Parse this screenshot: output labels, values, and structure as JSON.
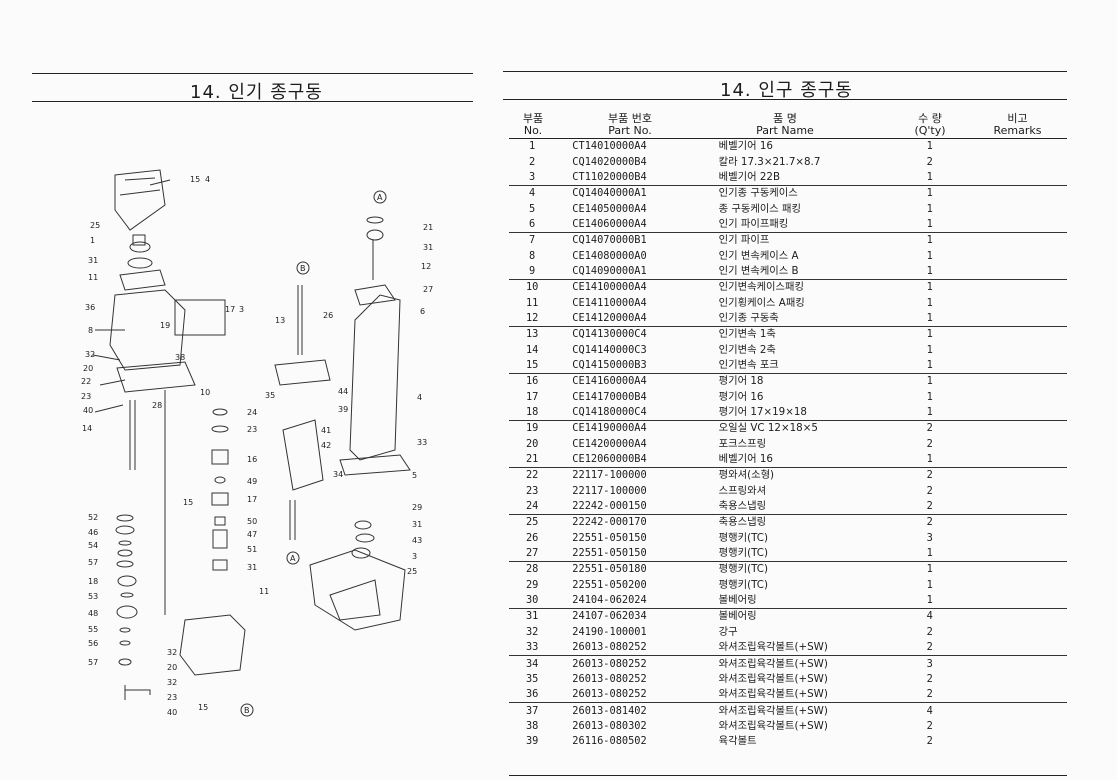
{
  "left": {
    "title": "14. 인기 종구동"
  },
  "right": {
    "title": "14. 인구 종구동",
    "headers": {
      "no_kr": "부품",
      "no_en": "No.",
      "pn_kr": "부품  번호",
      "pn_en": "Part  No.",
      "name_kr": "품       명",
      "name_en": "Part       Name",
      "qty_kr": "수  량",
      "qty_en": "(Q'ty)",
      "rem_kr": "비고",
      "rem_en": "Remarks"
    },
    "rows": [
      {
        "no": "1",
        "pn": "CT14010000A4",
        "name": "베벨기어 16",
        "qty": "1"
      },
      {
        "no": "2",
        "pn": "CQ14020000B4",
        "name": "칼라 17.3×21.7×8.7",
        "qty": "2"
      },
      {
        "no": "3",
        "pn": "CT11020000B4",
        "name": "베벨기어 22B",
        "qty": "1"
      },
      {
        "no": "4",
        "pn": "CQ14040000A1",
        "name": "인기종 구동케이스",
        "qty": "1"
      },
      {
        "no": "5",
        "pn": "CE14050000A4",
        "name": "종 구동케이스 패킹",
        "qty": "1"
      },
      {
        "no": "6",
        "pn": "CE14060000A4",
        "name": "인기 파이프패킹",
        "qty": "1"
      },
      {
        "no": "7",
        "pn": "CQ14070000B1",
        "name": "인기 파이프",
        "qty": "1"
      },
      {
        "no": "8",
        "pn": "CE14080000A0",
        "name": "인기 변속케이스 A",
        "qty": "1"
      },
      {
        "no": "9",
        "pn": "CQ14090000A1",
        "name": "인기 변속케이스 B",
        "qty": "1"
      },
      {
        "no": "10",
        "pn": "CE14100000A4",
        "name": "인기변속케이스패킹",
        "qty": "1"
      },
      {
        "no": "11",
        "pn": "CE14110000A4",
        "name": "인기횡케이스 A패킹",
        "qty": "1"
      },
      {
        "no": "12",
        "pn": "CE14120000A4",
        "name": "인기종 구동축",
        "qty": "1"
      },
      {
        "no": "13",
        "pn": "CQ14130000C4",
        "name": "인기변속 1축",
        "qty": "1"
      },
      {
        "no": "14",
        "pn": "CQ14140000C3",
        "name": "인기변속 2축",
        "qty": "1"
      },
      {
        "no": "15",
        "pn": "CQ14150000B3",
        "name": "인기변속 포크",
        "qty": "1"
      },
      {
        "no": "16",
        "pn": "CE14160000A4",
        "name": "평기어 18",
        "qty": "1"
      },
      {
        "no": "17",
        "pn": "CE14170000B4",
        "name": "평기어 16",
        "qty": "1"
      },
      {
        "no": "18",
        "pn": "CQ14180000C4",
        "name": "평기어 17×19×18",
        "qty": "1"
      },
      {
        "no": "19",
        "pn": "CE14190000A4",
        "name": "오일실 VC 12×18×5",
        "qty": "2"
      },
      {
        "no": "20",
        "pn": "CE14200000A4",
        "name": "포크스프링",
        "qty": "2"
      },
      {
        "no": "21",
        "pn": "CE12060000B4",
        "name": "베벨기어 16",
        "qty": "1"
      },
      {
        "no": "22",
        "pn": "22117-100000",
        "name": "평와셔(소형)",
        "qty": "2"
      },
      {
        "no": "23",
        "pn": "22117-100000",
        "name": "스프링와셔",
        "qty": "2"
      },
      {
        "no": "24",
        "pn": "22242-000150",
        "name": "축용스냅링",
        "qty": "2"
      },
      {
        "no": "25",
        "pn": "22242-000170",
        "name": "축용스냅링",
        "qty": "2"
      },
      {
        "no": "26",
        "pn": "22551-050150",
        "name": "평행키(TC)",
        "qty": "3"
      },
      {
        "no": "27",
        "pn": "22551-050150",
        "name": "평행키(TC)",
        "qty": "1"
      },
      {
        "no": "28",
        "pn": "22551-050180",
        "name": "평행키(TC)",
        "qty": "1"
      },
      {
        "no": "29",
        "pn": "22551-050200",
        "name": "평행키(TC)",
        "qty": "1"
      },
      {
        "no": "30",
        "pn": "24104-062024",
        "name": "볼베어링",
        "qty": "1"
      },
      {
        "no": "31",
        "pn": "24107-062034",
        "name": "볼베어링",
        "qty": "4"
      },
      {
        "no": "32",
        "pn": "24190-100001",
        "name": "강구",
        "qty": "2"
      },
      {
        "no": "33",
        "pn": "26013-080252",
        "name": "와셔조립육각볼트(+SW)",
        "qty": "2"
      },
      {
        "no": "34",
        "pn": "26013-080252",
        "name": "와셔조립육각볼트(+SW)",
        "qty": "3"
      },
      {
        "no": "35",
        "pn": "26013-080252",
        "name": "와셔조립육각볼트(+SW)",
        "qty": "2"
      },
      {
        "no": "36",
        "pn": "26013-080252",
        "name": "와셔조립육각볼트(+SW)",
        "qty": "2"
      },
      {
        "no": "37",
        "pn": "26013-081402",
        "name": "와셔조립육각볼트(+SW)",
        "qty": "4"
      },
      {
        "no": "38",
        "pn": "26013-080302",
        "name": "와셔조립육각볼트(+SW)",
        "qty": "2"
      },
      {
        "no": "39",
        "pn": "26116-080502",
        "name": "육각볼트",
        "qty": "2"
      }
    ]
  },
  "diagram": {
    "callouts_left": [
      "25",
      "1",
      "31",
      "11",
      "36",
      "8",
      "32",
      "20",
      "22",
      "23",
      "40",
      "14",
      "52",
      "46",
      "54",
      "57",
      "18",
      "53",
      "48",
      "55",
      "56",
      "57"
    ],
    "callouts_mid": [
      "15",
      "4",
      "17",
      "3",
      "19",
      "38",
      "10",
      "28",
      "24",
      "23",
      "16",
      "49",
      "17",
      "50",
      "47",
      "51",
      "31",
      "15",
      "13",
      "26",
      "35",
      "44",
      "39",
      "41",
      "42",
      "34",
      "32",
      "20",
      "32",
      "23",
      "40",
      "15"
    ],
    "callouts_right": [
      "21",
      "31",
      "12",
      "27",
      "6",
      "4",
      "33",
      "5",
      "29",
      "31",
      "43",
      "3",
      "25",
      "11"
    ],
    "circled": [
      "A",
      "B",
      "A",
      "B"
    ]
  }
}
